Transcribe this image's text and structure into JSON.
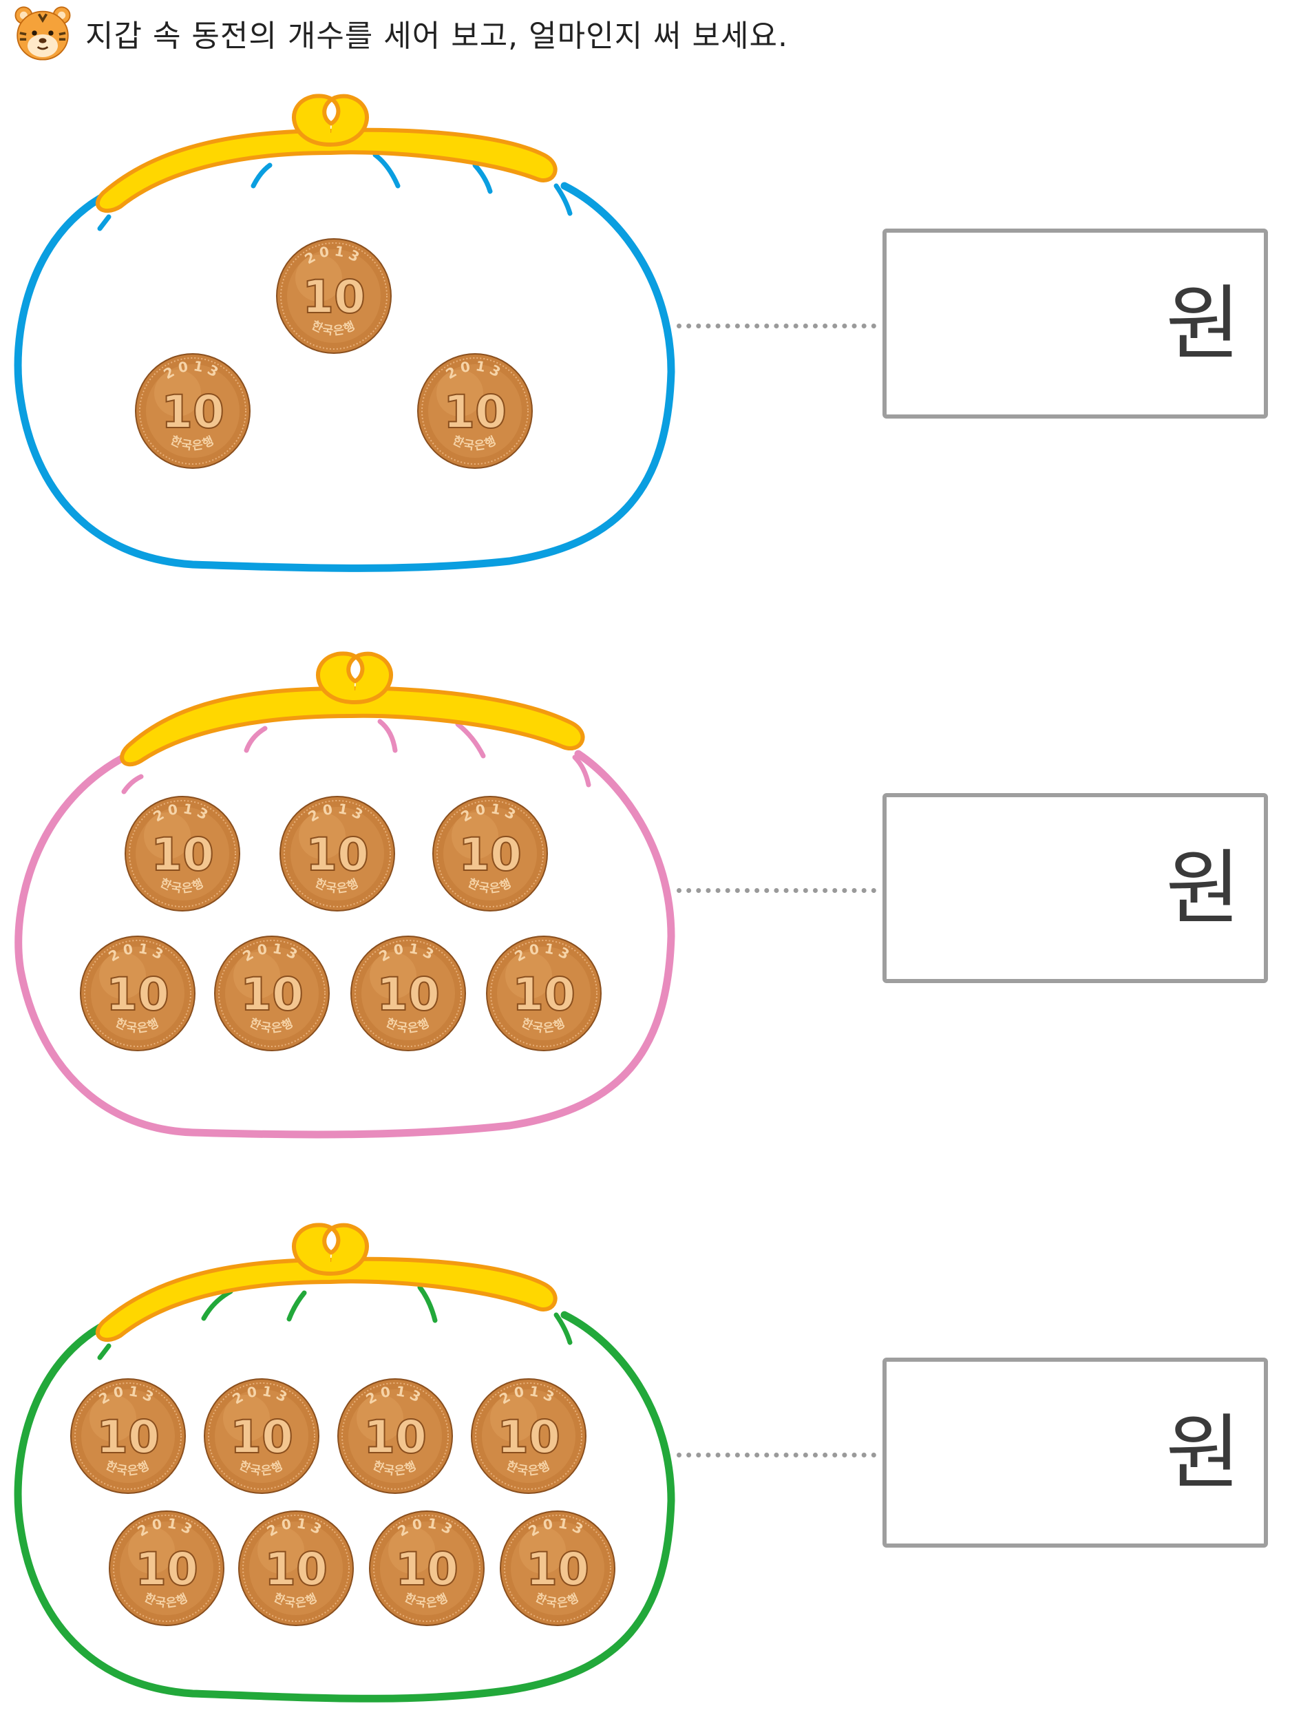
{
  "instruction": "지갑 속 동전의 개수를 세어 보고, 얼마인지 써 보세요.",
  "colors": {
    "purse_1": "#0a9ee0",
    "purse_2": "#e88bbd",
    "purse_3": "#22a83a",
    "clasp": "#ffd700",
    "clasp_outline": "#f39a10",
    "coin": "#c8803c",
    "answer_border": "#9e9e9e"
  },
  "coin": {
    "value": "10",
    "year": "2013",
    "bank": "한국은행"
  },
  "problems": [
    {
      "id": 1,
      "coin_count": 3,
      "unit": "원",
      "answer": ""
    },
    {
      "id": 2,
      "coin_count": 7,
      "unit": "원",
      "answer": ""
    },
    {
      "id": 3,
      "coin_count": 8,
      "unit": "원",
      "answer": ""
    }
  ]
}
